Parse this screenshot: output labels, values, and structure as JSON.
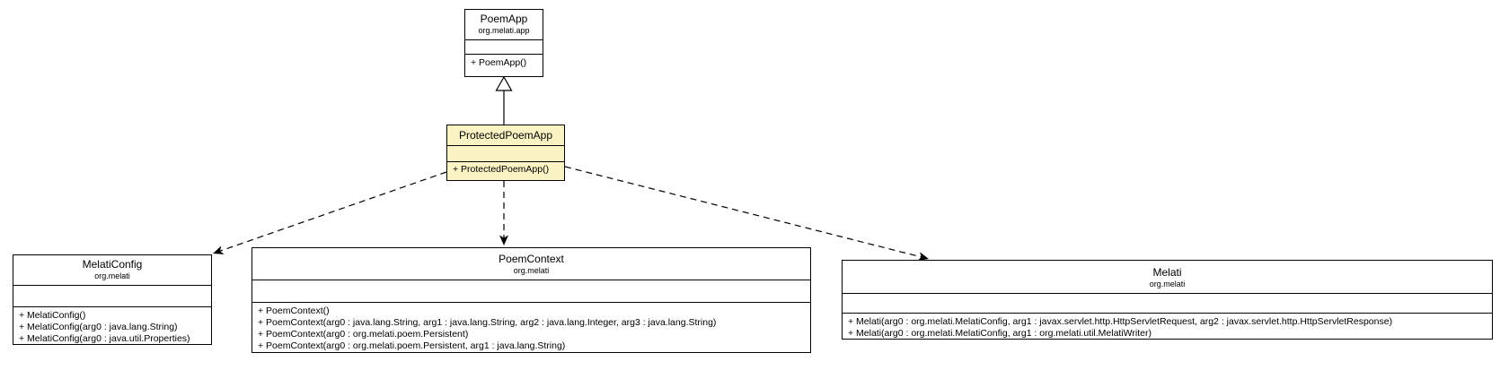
{
  "diagram": {
    "type": "uml-class-diagram",
    "background_color": "#FFFFFF",
    "line_color": "#000000",
    "highlight_color": "#FBF3C4",
    "classes": [
      {
        "id": "poemapp",
        "name": "PoemApp",
        "package": "org.melati.app",
        "highlighted": false,
        "attributes": [],
        "methods": [
          "+ PoemApp()"
        ]
      },
      {
        "id": "protectedpoemapp",
        "name": "ProtectedPoemApp",
        "package": "",
        "highlighted": true,
        "attributes": [],
        "methods": [
          "+ ProtectedPoemApp()"
        ]
      },
      {
        "id": "melaticonfig",
        "name": "MelatiConfig",
        "package": "org.melati",
        "highlighted": false,
        "attributes": [],
        "methods": [
          "+ MelatiConfig()",
          "+ MelatiConfig(arg0 : java.lang.String)",
          "+ MelatiConfig(arg0 : java.util.Properties)"
        ]
      },
      {
        "id": "poemcontext",
        "name": "PoemContext",
        "package": "org.melati",
        "highlighted": false,
        "attributes": [],
        "methods": [
          "+ PoemContext()",
          "+ PoemContext(arg0 : java.lang.String, arg1 : java.lang.String, arg2 : java.lang.Integer, arg3 : java.lang.String)",
          "+ PoemContext(arg0 : org.melati.poem.Persistent)",
          "+ PoemContext(arg0 : org.melati.poem.Persistent, arg1 : java.lang.String)"
        ]
      },
      {
        "id": "melati",
        "name": "Melati",
        "package": "org.melati",
        "highlighted": false,
        "attributes": [],
        "methods": [
          "+ Melati(arg0 : org.melati.MelatiConfig, arg1 : javax.servlet.http.HttpServletRequest, arg2 : javax.servlet.http.HttpServletResponse)",
          "+ Melati(arg0 : org.melati.MelatiConfig, arg1 : org.melati.util.MelatiWriter)"
        ]
      }
    ],
    "relations": [
      {
        "from": "ProtectedPoemApp",
        "to": "PoemApp",
        "type": "generalization"
      },
      {
        "from": "ProtectedPoemApp",
        "to": "MelatiConfig",
        "type": "dependency"
      },
      {
        "from": "ProtectedPoemApp",
        "to": "PoemContext",
        "type": "dependency"
      },
      {
        "from": "ProtectedPoemApp",
        "to": "Melati",
        "type": "dependency"
      }
    ]
  }
}
